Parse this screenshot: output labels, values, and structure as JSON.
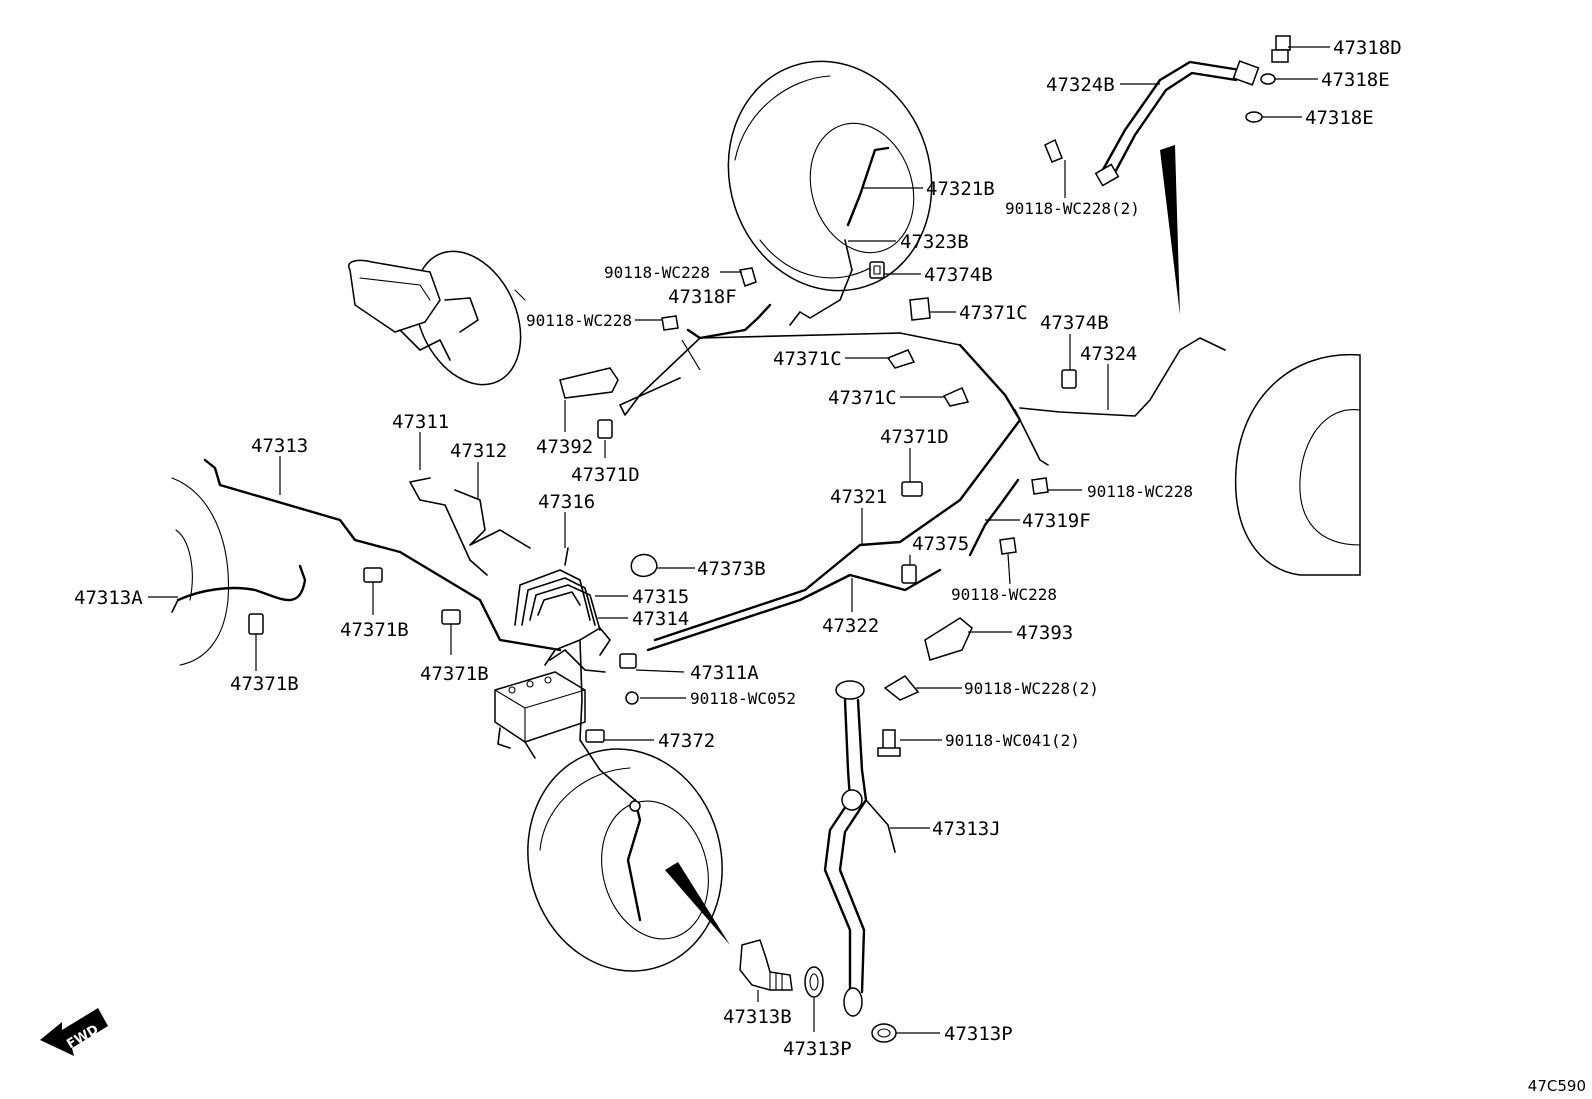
{
  "diagram": {
    "labels": {
      "p47318D": "47318D",
      "p47318E_1": "47318E",
      "p47318E_2": "47318E",
      "p47324B": "47324B",
      "p47321B": "47321B",
      "c90118_WC228_2_top": "90118-WC228(2)",
      "p47323B": "47323B",
      "c90118_WC228_a": "90118-WC228",
      "p47374B_1": "47374B",
      "p47318F": "47318F",
      "c90118_WC228_b": "90118-WC228",
      "p47371C_1": "47371C",
      "p47374B_2": "47374B",
      "p47371C_2": "47371C",
      "p47324": "47324",
      "p47371C_3": "47371C",
      "p47311": "47311",
      "p47392": "47392",
      "p47371D_1": "47371D",
      "p47313": "47313",
      "p47312": "47312",
      "p47371D_2": "47371D",
      "p47321": "47321",
      "c90118_WC228_c": "90118-WC228",
      "p47316": "47316",
      "p47319F": "47319F",
      "p47375": "47375",
      "p47373B": "47373B",
      "p47313A": "47313A",
      "p47315": "47315",
      "c90118_WC228_d": "90118-WC228",
      "p47314": "47314",
      "p47322": "47322",
      "p47393": "47393",
      "p47371B_1": "47371B",
      "p47371B_2": "47371B",
      "p47311A": "47311A",
      "p47371B_3": "47371B",
      "c90118_WC228_2_bottom": "90118-WC228(2)",
      "c90118_WC052": "90118-WC052",
      "c90118_WC041_2": "90118-WC041(2)",
      "p47372": "47372",
      "p47313J": "47313J",
      "p47313B": "47313B",
      "p47313P_1": "47313P",
      "p47313P_2": "47313P"
    },
    "fwd_label": "FWD",
    "diagram_id": "47C590"
  }
}
